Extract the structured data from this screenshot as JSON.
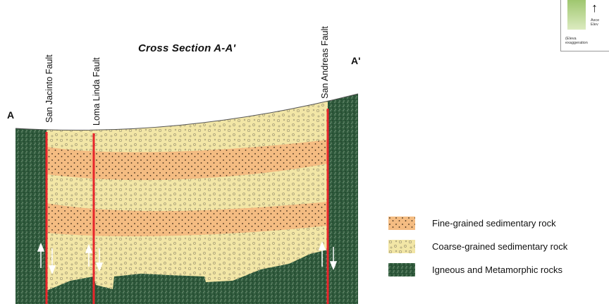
{
  "diagram": {
    "title": "Cross Section A-A'",
    "end_labels": {
      "left": "A",
      "right": "A'"
    },
    "faults": [
      {
        "name": "San Jacinto Fault"
      },
      {
        "name": "Loma Linda Fault"
      },
      {
        "name": "San Andreas Fault"
      }
    ],
    "fault_color": "#e8252b"
  },
  "legend": {
    "items": [
      {
        "label": "Fine-grained sedimentary rock",
        "color": "#f4bc82"
      },
      {
        "label": "Coarse-grained sedimentary rock",
        "color": "#f2e6a6"
      },
      {
        "label": "Igneous and Metamorphic rocks",
        "color": "#2f5a3c"
      }
    ]
  },
  "inset": {
    "word_1": "Asce",
    "word_2": "Elev",
    "caption_1": "(Eleva",
    "caption_2": "exaggeration"
  }
}
